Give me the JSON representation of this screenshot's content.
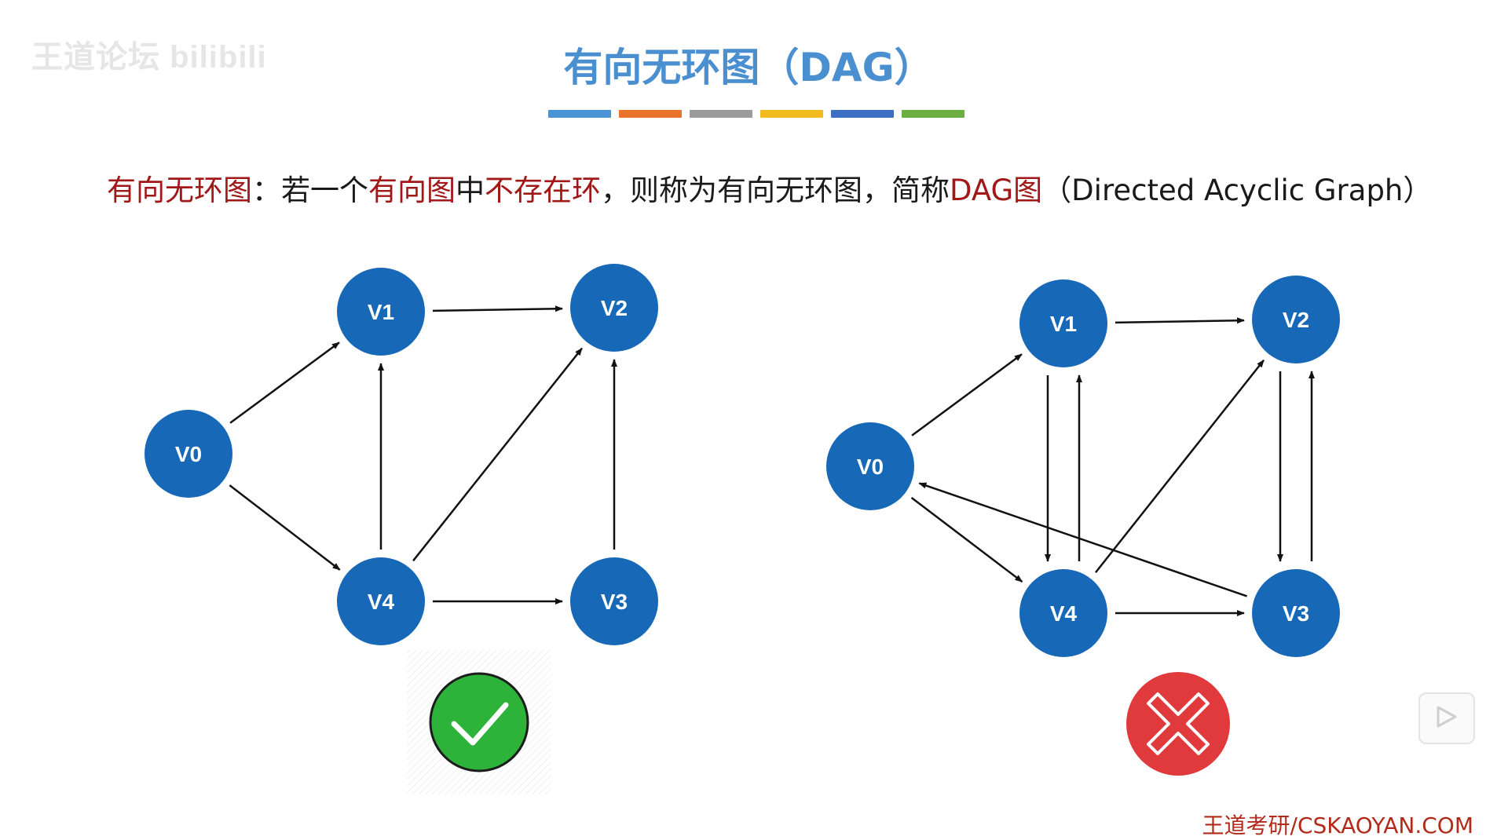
{
  "watermark": "王道论坛 bilibili",
  "title": "有向无环图（DAG）",
  "title_bar_colors": [
    "#4a94d6",
    "#e8742c",
    "#9b9b9b",
    "#f2bb1f",
    "#3d6ec6",
    "#6cb043"
  ],
  "definition": {
    "term": "有向无环图",
    "sep": "：若一个",
    "hl1": "有向图",
    "mid": "中",
    "hl2": "不存在环",
    "rest": "，则称为有向无环图，简称",
    "hl3": "DAG图",
    "tail": "（Directed Acyclic Graph）"
  },
  "colors": {
    "node": "#1769b8",
    "edge": "#111111",
    "check": "#2db23a",
    "cross": "#e13a3d",
    "highlight": "#a01818"
  },
  "graphs": [
    {
      "name": "dag",
      "nodes": [
        {
          "id": "V0",
          "label": "V0"
        },
        {
          "id": "V1",
          "label": "V1"
        },
        {
          "id": "V2",
          "label": "V2"
        },
        {
          "id": "V3",
          "label": "V3"
        },
        {
          "id": "V4",
          "label": "V4"
        }
      ],
      "edges": [
        {
          "from": "V0",
          "to": "V1"
        },
        {
          "from": "V0",
          "to": "V4"
        },
        {
          "from": "V1",
          "to": "V2"
        },
        {
          "from": "V4",
          "to": "V1"
        },
        {
          "from": "V4",
          "to": "V2"
        },
        {
          "from": "V4",
          "to": "V3"
        },
        {
          "from": "V3",
          "to": "V2"
        }
      ],
      "verdict": "check-icon"
    },
    {
      "name": "not-dag",
      "nodes": [
        {
          "id": "V0",
          "label": "V0"
        },
        {
          "id": "V1",
          "label": "V1"
        },
        {
          "id": "V2",
          "label": "V2"
        },
        {
          "id": "V3",
          "label": "V3"
        },
        {
          "id": "V4",
          "label": "V4"
        }
      ],
      "edges": [
        {
          "from": "V0",
          "to": "V1"
        },
        {
          "from": "V0",
          "to": "V4"
        },
        {
          "from": "V1",
          "to": "V2"
        },
        {
          "from": "V1",
          "to": "V4"
        },
        {
          "from": "V4",
          "to": "V1"
        },
        {
          "from": "V4",
          "to": "V2"
        },
        {
          "from": "V4",
          "to": "V3"
        },
        {
          "from": "V2",
          "to": "V3"
        },
        {
          "from": "V3",
          "to": "V2"
        },
        {
          "from": "V3",
          "to": "V0"
        }
      ],
      "verdict": "cross-icon"
    }
  ],
  "footer": "王道考研/CSKAOYAN.COM",
  "play_icon": "play-icon"
}
